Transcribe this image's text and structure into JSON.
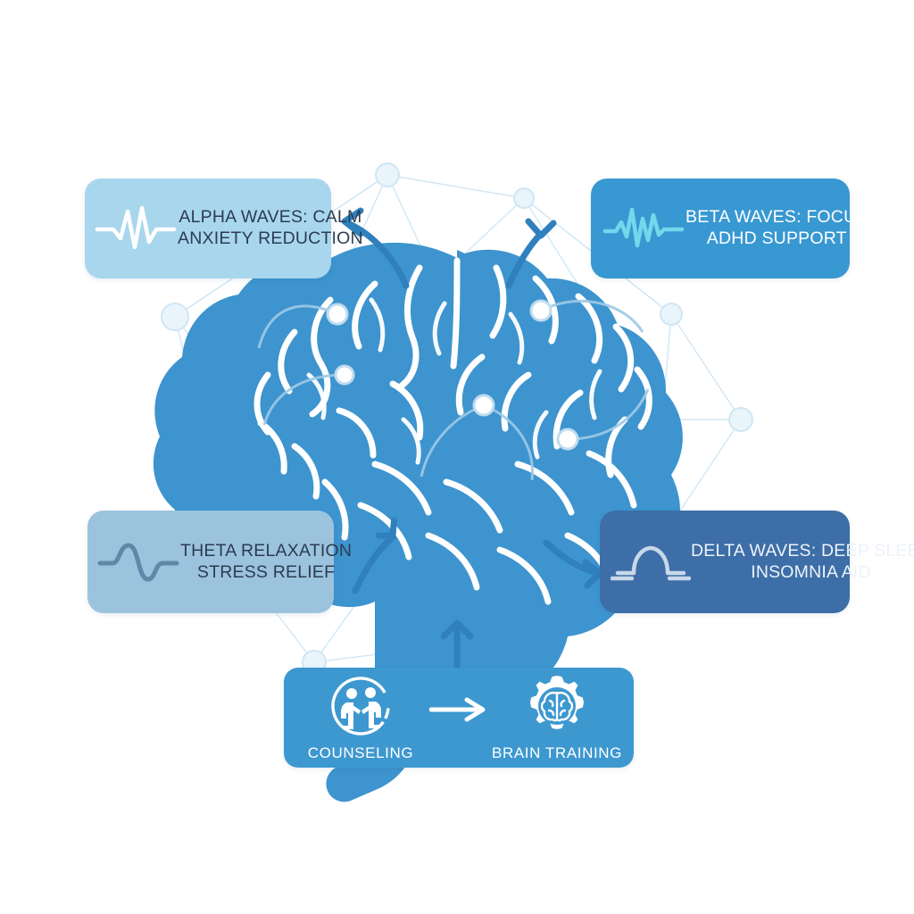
{
  "meta": {
    "background_color": "#ffffff",
    "accent_blue": "#3898d2",
    "dark_navy_text": "#2b3c52"
  },
  "cards": {
    "alpha": {
      "id": "alpha-waves",
      "line1": "ALPHA WAVES: CALM",
      "line2": "ANXIETY REDUCTION",
      "icon": "alpha-waveform-icon",
      "bg_color": "#a8d6ed",
      "text_color": "#2b3c52",
      "icon_color": "#ffffff"
    },
    "beta": {
      "id": "beta-waves",
      "line1": "BETA WAVES: FOCUS",
      "line2": "ADHD SUPPORT",
      "icon": "beta-waveform-icon",
      "bg_color": "#3898d2",
      "text_color": "#ffffff",
      "icon_color": "#72d8ea"
    },
    "theta": {
      "id": "theta-waves",
      "line1": "THETA RELAXATION",
      "line2": "STRESS RELIEF",
      "icon": "theta-waveform-icon",
      "bg_color": "#9cc3dd",
      "text_color": "#2b3c52",
      "icon_color": "#5f87a8"
    },
    "delta": {
      "id": "delta-waves",
      "line1": "DELTA WAVES: DEEP SLEEP",
      "line2": "INSOMNIA AID",
      "icon": "delta-waveform-icon",
      "bg_color": "#3d6ea7",
      "text_color": "#edf3fa",
      "icon_color": "#c8d8ea"
    }
  },
  "bottom_bar": {
    "bg_color": "#3d98d0",
    "counseling": {
      "label": "COUNSELING",
      "icon": "counseling-people-circle-icon"
    },
    "arrow": {
      "icon": "right-arrow-icon"
    },
    "brain_training": {
      "label": "BRAIN TRAINING",
      "icon": "gear-brain-icon"
    }
  },
  "central_graphic": {
    "name": "brain-illustration",
    "fill_color": "#3d94cf",
    "sulci_color": "#ffffff",
    "electrode_nodes": 5
  },
  "network_background": {
    "name": "neural-network-backdrop",
    "node_color": "#dcedf8",
    "line_color": "#cfe6f5",
    "node_count": 14
  },
  "flow_arrows": {
    "color": "#2f80bd",
    "items": [
      {
        "name": "arrow-brain-to-alpha",
        "direction": "up-left"
      },
      {
        "name": "arrow-brain-to-beta",
        "direction": "up-right"
      },
      {
        "name": "arrow-brain-to-theta",
        "direction": "down-left"
      },
      {
        "name": "arrow-brain-to-delta",
        "direction": "down-right"
      },
      {
        "name": "arrow-bottombar-to-brain",
        "direction": "up"
      }
    ]
  }
}
